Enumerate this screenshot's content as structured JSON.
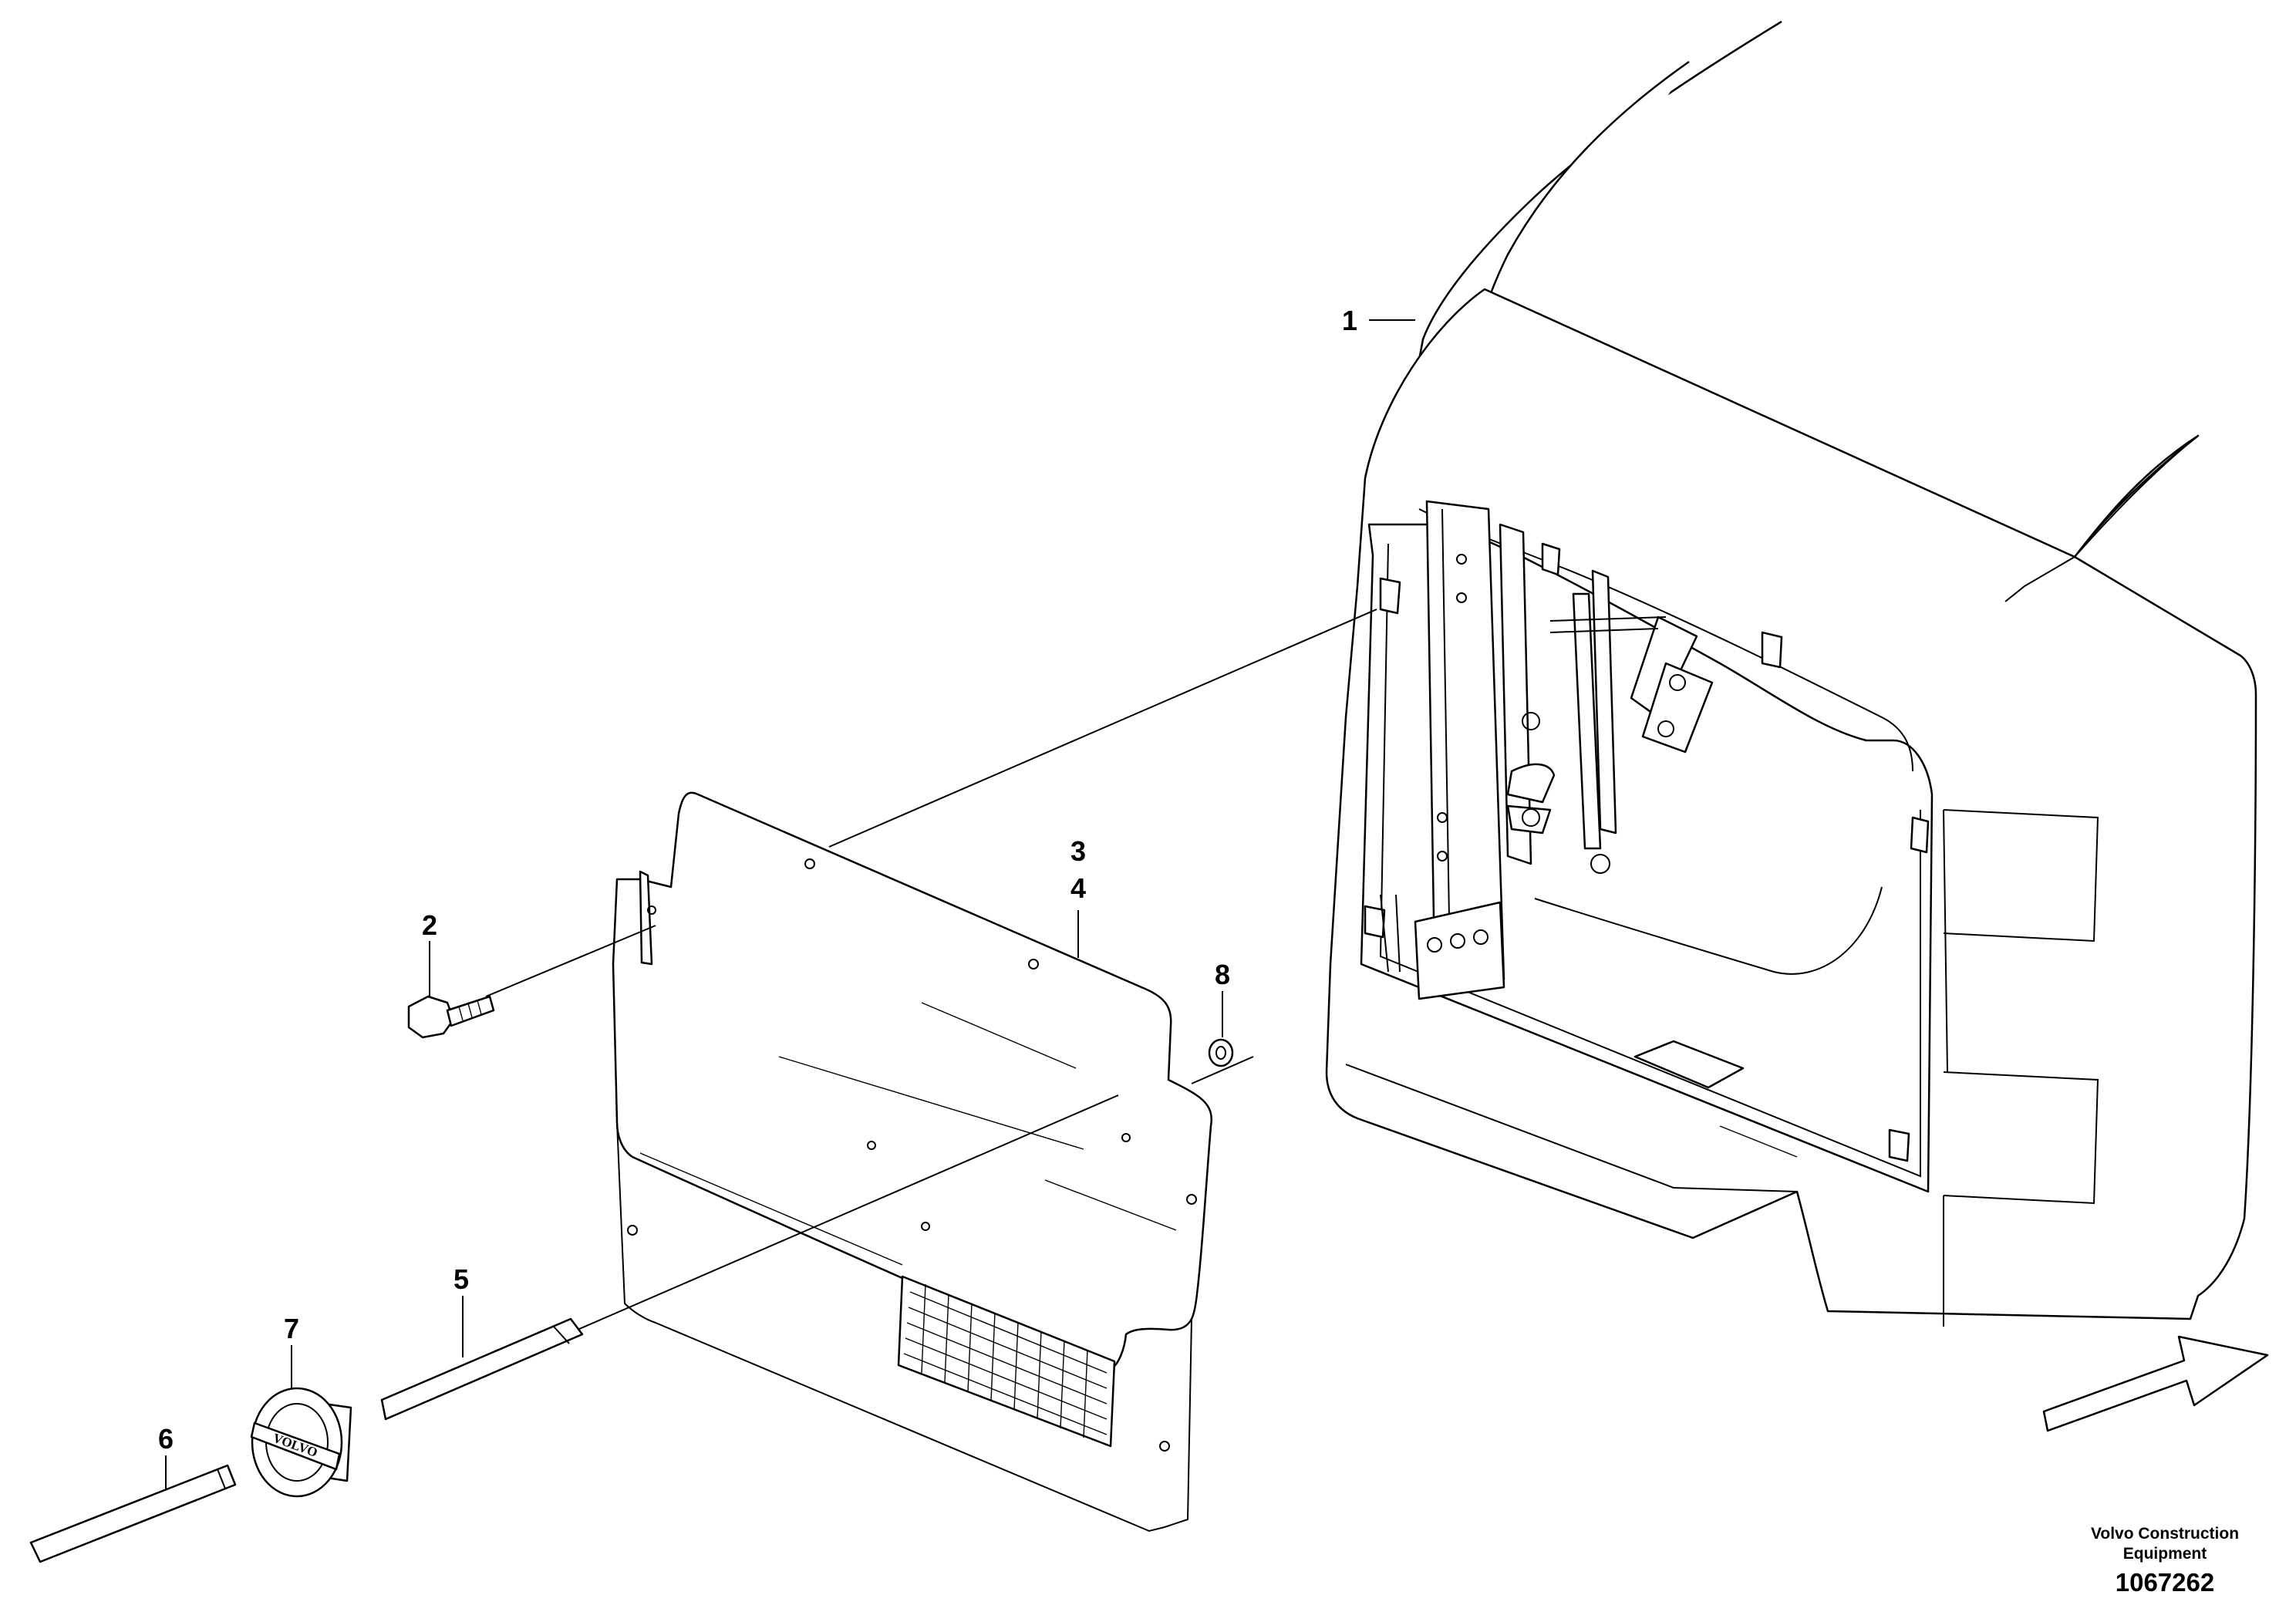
{
  "diagram": {
    "part_labels": [
      "1",
      "2",
      "3",
      "4",
      "5",
      "6",
      "7",
      "8"
    ],
    "emblem_text": "VOLVO"
  },
  "footer": {
    "company_line1": "Volvo Construction",
    "company_line2": "Equipment",
    "drawing_number": "1067262"
  }
}
